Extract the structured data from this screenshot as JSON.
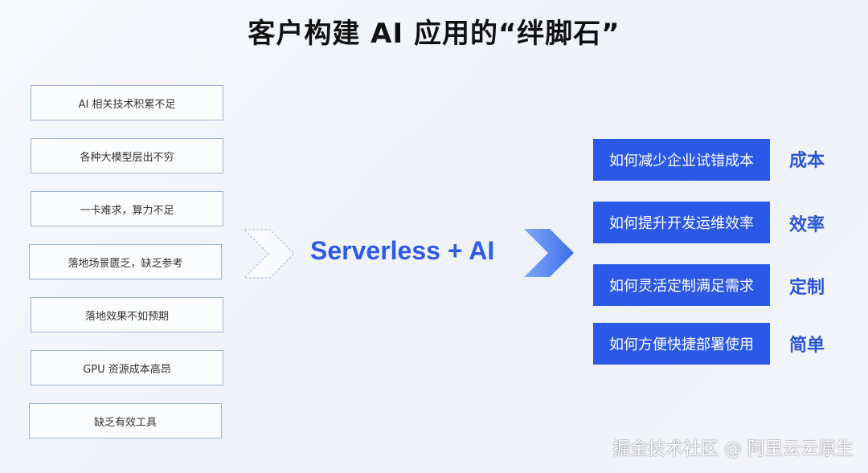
{
  "title": "客户构建 AI 应用的“绊脚石”",
  "pain_points": [
    "AI 相关技术积累不足",
    "各种大模型层出不穷",
    "一卡难求，算力不足",
    "落地场景匮乏，缺乏参考",
    "落地效果不如预期",
    "GPU 资源成本高昂",
    "缺乏有效工具"
  ],
  "center": {
    "label": "Serverless + AI"
  },
  "questions": [
    {
      "question": "如何减少企业试错成本",
      "tag": "成本"
    },
    {
      "question": "如何提升开发运维效率",
      "tag": "效率"
    },
    {
      "question": "如何灵活定制满足需求",
      "tag": "定制"
    },
    {
      "question": "如何方便快捷部署使用",
      "tag": "简单"
    }
  ],
  "watermark": "掘金技术社区 @ 阿里云云原生",
  "colors": {
    "accent": "#2b58e6",
    "tag_text": "#2a55d6",
    "box_border": "#9fb2d6"
  },
  "icons": [
    "hollow-chevron-right-icon",
    "solid-chevron-right-icon"
  ]
}
